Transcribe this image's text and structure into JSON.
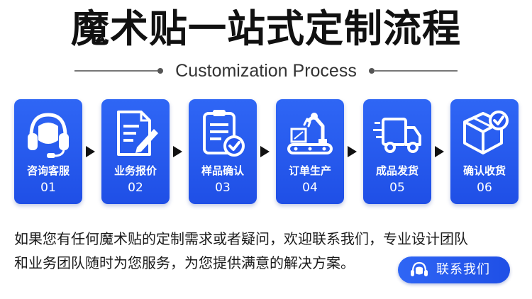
{
  "header": {
    "title": "魔术贴一站式定制流程",
    "subtitle": "Customization Process"
  },
  "steps": [
    {
      "label": "咨询客服",
      "num": "01",
      "icon": "headset-icon"
    },
    {
      "label": "业务报价",
      "num": "02",
      "icon": "document-edit-icon"
    },
    {
      "label": "样品确认",
      "num": "03",
      "icon": "checklist-icon"
    },
    {
      "label": "订单生产",
      "num": "04",
      "icon": "robot-arm-icon"
    },
    {
      "label": "成品发货",
      "num": "05",
      "icon": "delivery-truck-icon"
    },
    {
      "label": "确认收货",
      "num": "06",
      "icon": "package-check-icon"
    }
  ],
  "description": {
    "line1": "如果您有任何魔术贴的定制需求或者疑问，欢迎联系我们，专业设计团队",
    "line2": "和业务团队随时为您服务，为您提供满意的解决方案。"
  },
  "contact_button": {
    "label": "联系我们",
    "icon": "headset-icon"
  },
  "colors": {
    "accent": "#2456f0",
    "text": "#1a1a1a"
  }
}
